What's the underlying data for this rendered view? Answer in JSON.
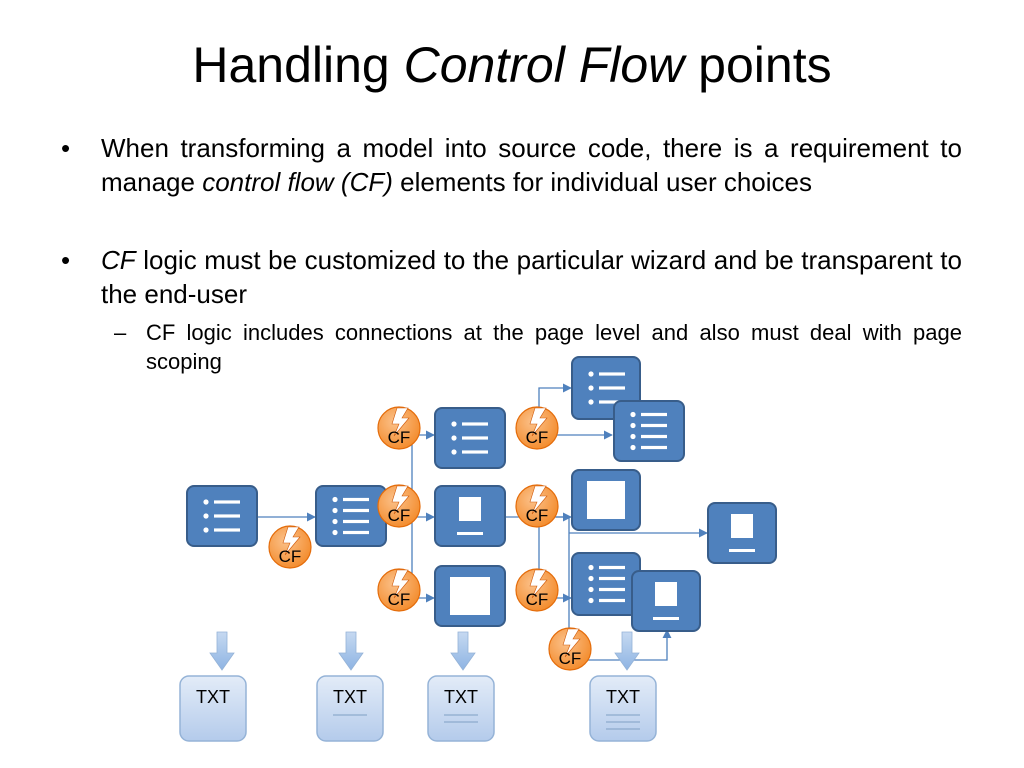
{
  "title": {
    "prefix": "Handling ",
    "emphasis": "Control Flow",
    "suffix": " points"
  },
  "bullets": [
    {
      "marker": "•",
      "parts": [
        {
          "text": "When transforming a model into source code, there is a requirement to manage ",
          "italic": false
        },
        {
          "text": "control flow (CF)",
          "italic": true
        },
        {
          "text": " elements for individual user choices",
          "italic": false
        }
      ]
    },
    {
      "marker": "•",
      "parts": [
        {
          "text": "CF",
          "italic": true
        },
        {
          "text": " logic must be customized to the particular wizard and be transparent to the end-user",
          "italic": false
        }
      ]
    },
    {
      "marker": "–",
      "parts": [
        {
          "text": "CF logic includes connections at the page level and also must deal with page scoping",
          "italic": false
        }
      ]
    }
  ],
  "diagram": {
    "cf_label": "CF",
    "txt_label": "TXT",
    "colors": {
      "page_fill": "#4f81bd",
      "page_stroke": "#385d8a",
      "cf_fill": "#f79646",
      "cf_stroke": "#e46c0a",
      "connector": "#4f81bd",
      "txt_fill": "#c6d9f1",
      "arrow_fill": "#b9cde5"
    }
  }
}
